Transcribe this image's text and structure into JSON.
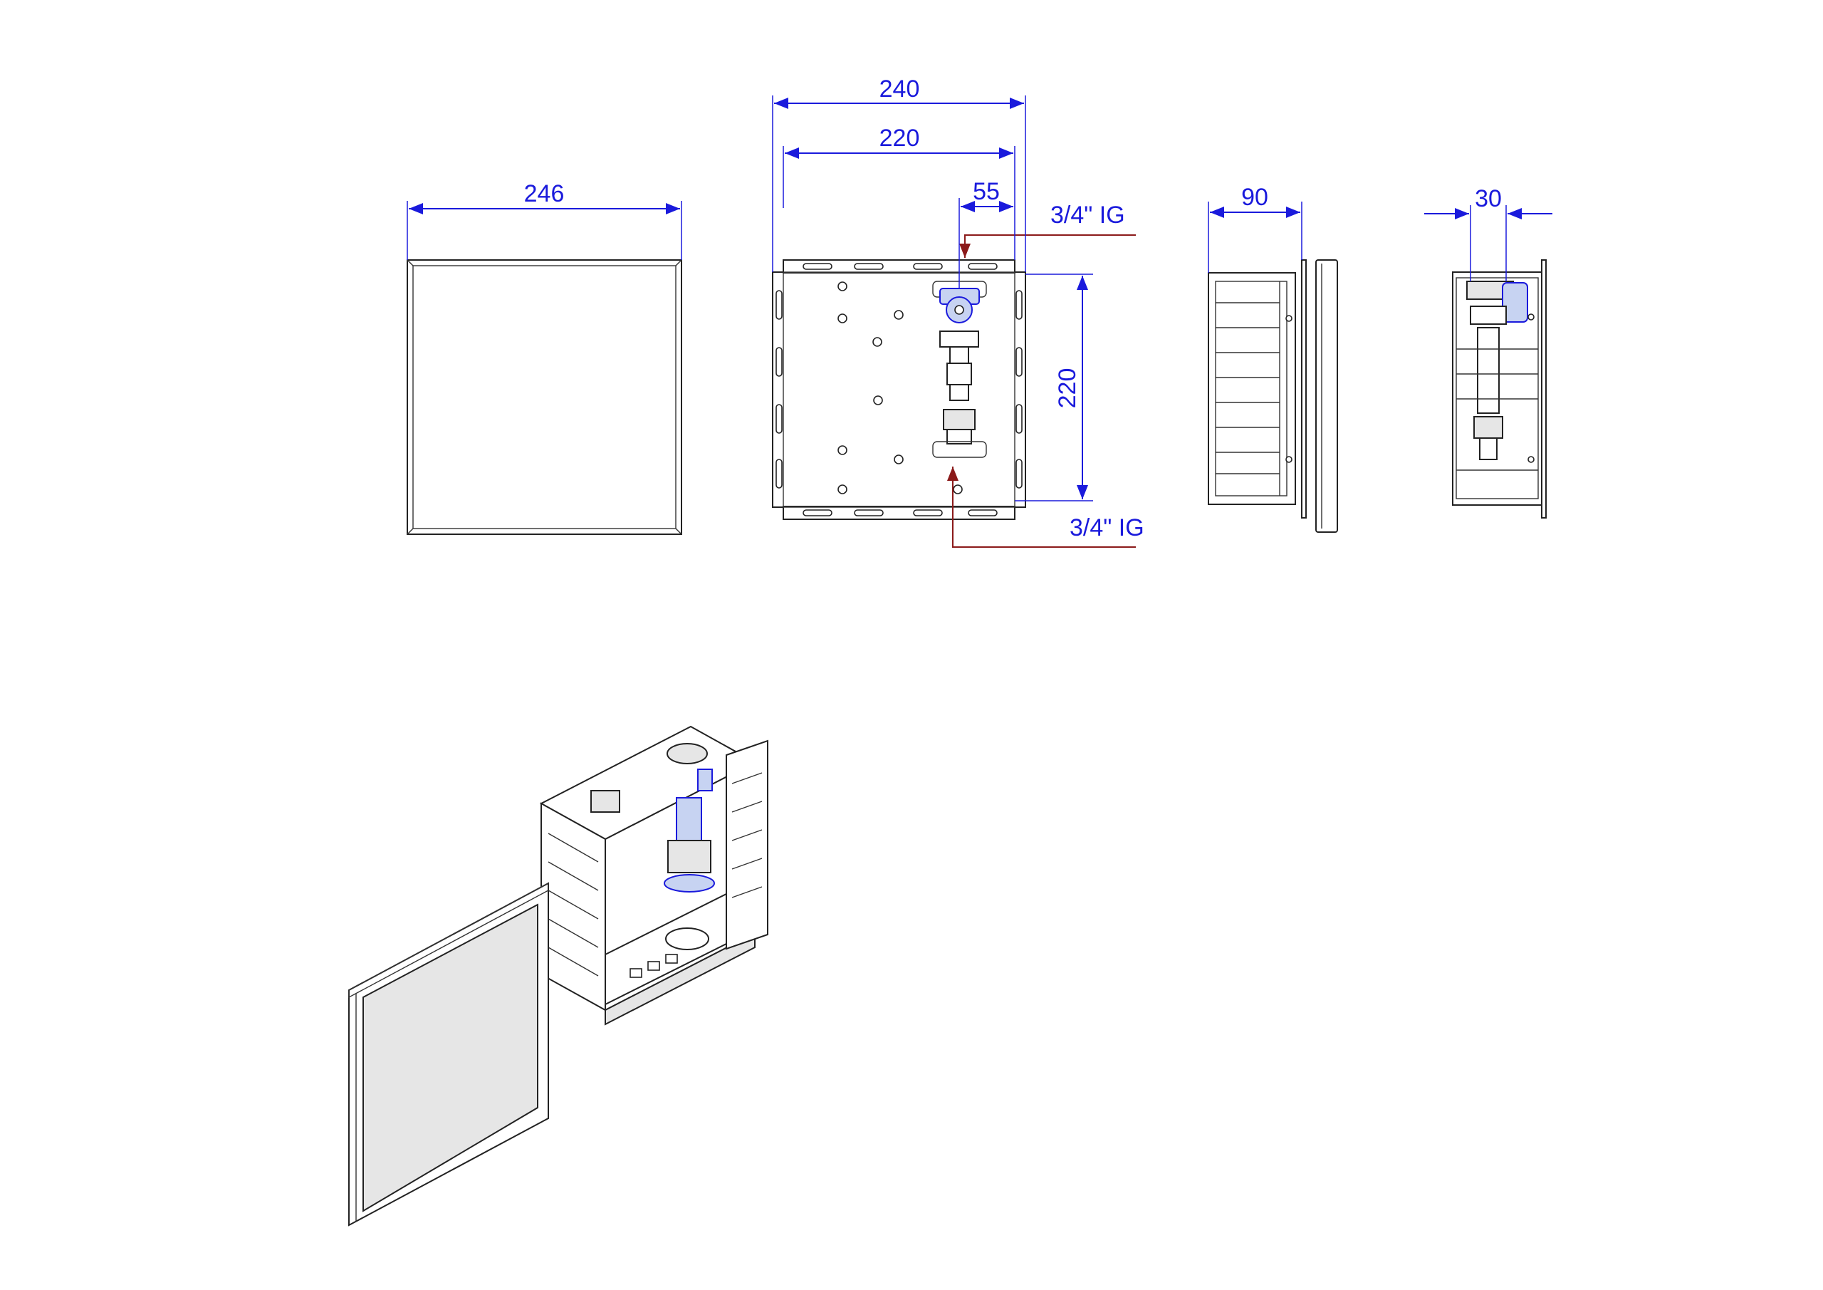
{
  "dimensions": {
    "front_cover_width": "246",
    "box_outer_width": "240",
    "box_inner_width": "220",
    "valve_offset": "55",
    "box_height": "220",
    "box_depth": "90",
    "cover_depth": "30"
  },
  "connections": {
    "inlet_thread": "3/4\" IG",
    "outlet_thread": "3/4\" IG"
  },
  "colors": {
    "dimension": "#1a1adc",
    "leader": "#8b1a1a",
    "outline": "#222222",
    "valve_accent": "#1a1adc"
  }
}
